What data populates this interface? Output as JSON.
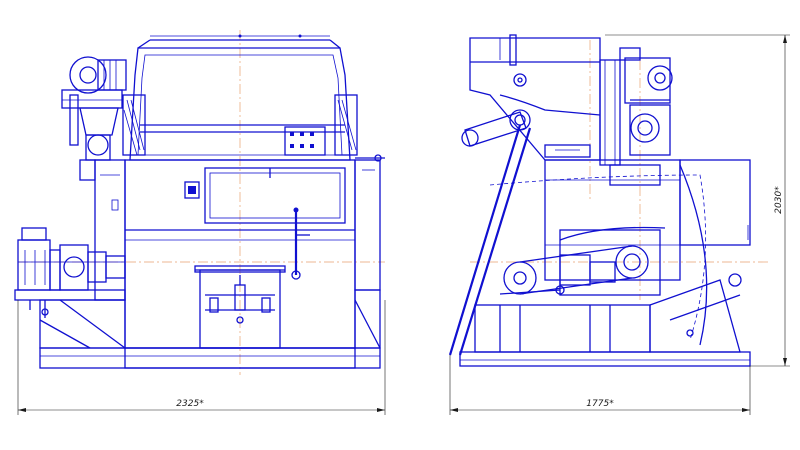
{
  "drawing": {
    "front_view": {
      "width_dimension": "2325*"
    },
    "side_view": {
      "depth_dimension": "1775*",
      "height_dimension": "2030*"
    }
  },
  "colors": {
    "line": "#1010d0",
    "centerline": "#e8a070",
    "dimension": "#1a1a1a",
    "background": "#ffffff"
  }
}
